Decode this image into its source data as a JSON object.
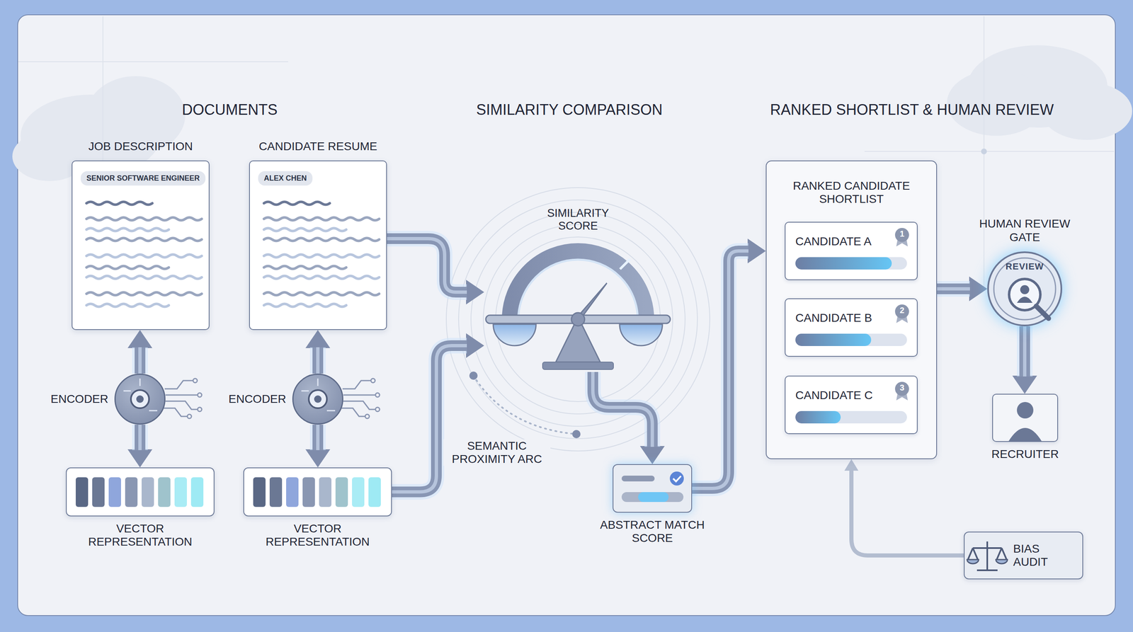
{
  "diagram": {
    "nodes": [
      {
        "text": [
          "JOB DESCRIPTION",
          "SENIOR SOFTWARE ENGINEER"
        ]
      },
      {
        "text": [
          "CANDIDATE RESUME",
          "ALEX CHEN"
        ]
      },
      {
        "text": [
          "ENCODER"
        ]
      },
      {
        "text": [
          "VECTOR REPRESENTATION"
        ]
      },
      {
        "text": [
          "ENCODER"
        ]
      },
      {
        "text": [
          "VECTOR REPRESENTATION"
        ]
      },
      {
        "text": [
          "SIMILARITY SCORE"
        ]
      },
      {
        "text": [
          "ABSTRACT MATCH SCORE"
        ]
      },
      {
        "text": [
          "RANKED CANDIDATE SHORTLIST"
        ]
      },
      {
        "text": [
          "CANDIDATE A",
          "1"
        ],
        "in": 8
      },
      {
        "text": [
          "CANDIDATE B",
          "2"
        ],
        "in": 8
      },
      {
        "text": [
          "CANDIDATE C",
          "3"
        ],
        "in": 8
      },
      {
        "text": [
          "HUMAN REVIEW GATE",
          "REVIEW"
        ]
      },
      {
        "text": [
          "RECRUITER"
        ]
      },
      {
        "text": [
          "BIAS AUDIT"
        ]
      }
    ],
    "edges": [
      {
        "from": 2,
        "to": 0,
        "arrow": "to"
      },
      {
        "from": 2,
        "to": 3,
        "arrow": "to"
      },
      {
        "from": 4,
        "to": 1,
        "arrow": "to"
      },
      {
        "from": 4,
        "to": 5,
        "arrow": "to"
      },
      {
        "from": 1,
        "to": 6,
        "arrow": "to"
      },
      {
        "from": 5,
        "to": 6,
        "arrow": "to"
      },
      {
        "from": 6,
        "to": 7,
        "arrow": "to"
      },
      {
        "from": 7,
        "to": 8,
        "arrow": "to"
      },
      {
        "from": 8,
        "to": 12,
        "arrow": "to"
      },
      {
        "from": 12,
        "to": 13,
        "arrow": "to"
      },
      {
        "from": 14,
        "to": 8,
        "arrow": "to"
      }
    ],
    "labels": [
      "DOCUMENTS",
      "SIMILARITY COMPARISON",
      "RANKED SHORTLIST & HUMAN REVIEW",
      "SEMANTIC PROXIMITY ARC"
    ]
  }
}
